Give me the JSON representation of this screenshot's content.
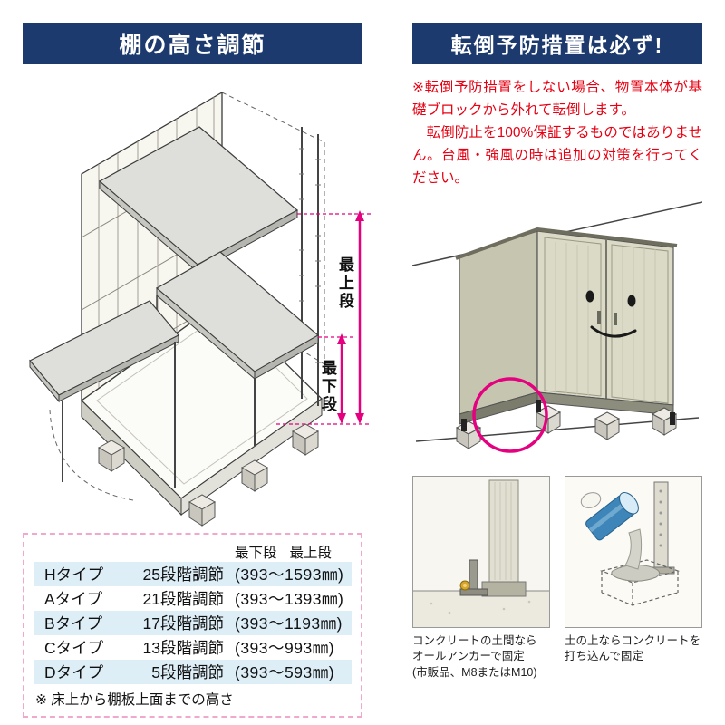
{
  "left": {
    "title": "棚の高さ調節",
    "diagram": {
      "top_label": "最上段",
      "bottom_label": "最下段"
    },
    "table": {
      "header_bottom": "最下段",
      "header_top": "最上段",
      "rows": [
        {
          "type": "Hタイプ",
          "steps": "25段階調節",
          "range": "(393〜1593㎜)"
        },
        {
          "type": "Aタイプ",
          "steps": "21段階調節",
          "range": "(393〜1393㎜)"
        },
        {
          "type": "Bタイプ",
          "steps": "17段階調節",
          "range": "(393〜1193㎜)"
        },
        {
          "type": "Cタイプ",
          "steps": "13段階調節",
          "range": "(393〜993㎜)"
        },
        {
          "type": "Dタイプ",
          "steps": "5段階調節",
          "range": "(393〜593㎜)"
        }
      ],
      "footnote": "※ 床上から棚板上面までの高さ"
    }
  },
  "right": {
    "title": "転倒予防措置は必ず!",
    "warning": "※転倒予防措置をしない場合、物置本体が基礎ブロックから外れて転倒します。\n　転倒防止を100%保証するものではありません。台風・強風の時は追加の対策を行ってください。",
    "captions": {
      "anchor": "コンクリートの土間なら\nオールアンカーで固定\n(市販品、M8またはM10)",
      "concrete": "土の上ならコンクリートを\n打ち込んで固定"
    }
  },
  "colors": {
    "navy": "#1c3a6e",
    "magenta": "#e4007f",
    "warning_red": "#e60012",
    "table_stripe": "#ddeef7",
    "table_border_pink": "#f0a8cc"
  }
}
